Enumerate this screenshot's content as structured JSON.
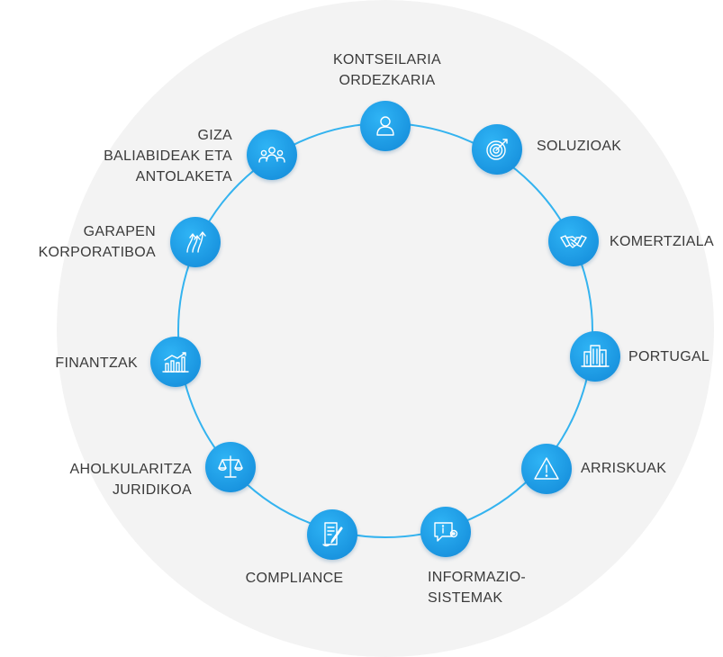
{
  "nodes": [
    {
      "id": "kontseilaria",
      "icon": "person-icon",
      "lines": [
        "KONTSEILARIA",
        "ORDEZKARIA"
      ]
    },
    {
      "id": "soluzioak",
      "icon": "target-icon",
      "lines": [
        "SOLUZIOAK"
      ]
    },
    {
      "id": "komertziala",
      "icon": "handshake-icon",
      "lines": [
        "KOMERTZIALA"
      ]
    },
    {
      "id": "portugal",
      "icon": "buildings-icon",
      "lines": [
        "PORTUGAL"
      ]
    },
    {
      "id": "arriskuak",
      "icon": "warning-icon",
      "lines": [
        "ARRISKUAK"
      ]
    },
    {
      "id": "informazio",
      "icon": "info-chat-icon",
      "lines": [
        "INFORMAZIO-",
        "SISTEMAK"
      ]
    },
    {
      "id": "compliance",
      "icon": "document-pen-icon",
      "lines": [
        "COMPLIANCE"
      ]
    },
    {
      "id": "aholkularitza",
      "icon": "scales-icon",
      "lines": [
        "AHOLKULARITZA",
        "JURIDIKOA"
      ]
    },
    {
      "id": "finantzak",
      "icon": "bar-chart-icon",
      "lines": [
        "FINANTZAK"
      ]
    },
    {
      "id": "garapen",
      "icon": "growth-arrows-icon",
      "lines": [
        "GARAPEN",
        "KORPORATIBOA"
      ]
    },
    {
      "id": "giza",
      "icon": "team-icon",
      "lines": [
        "GIZA",
        "BALIABIDEAK ETA",
        "ANTOLAKETA"
      ]
    }
  ],
  "colors": {
    "background_disc": "#f3f3f3",
    "ring": "#34b3ef",
    "node": "#1a95e0",
    "text": "#3a3a3a"
  }
}
